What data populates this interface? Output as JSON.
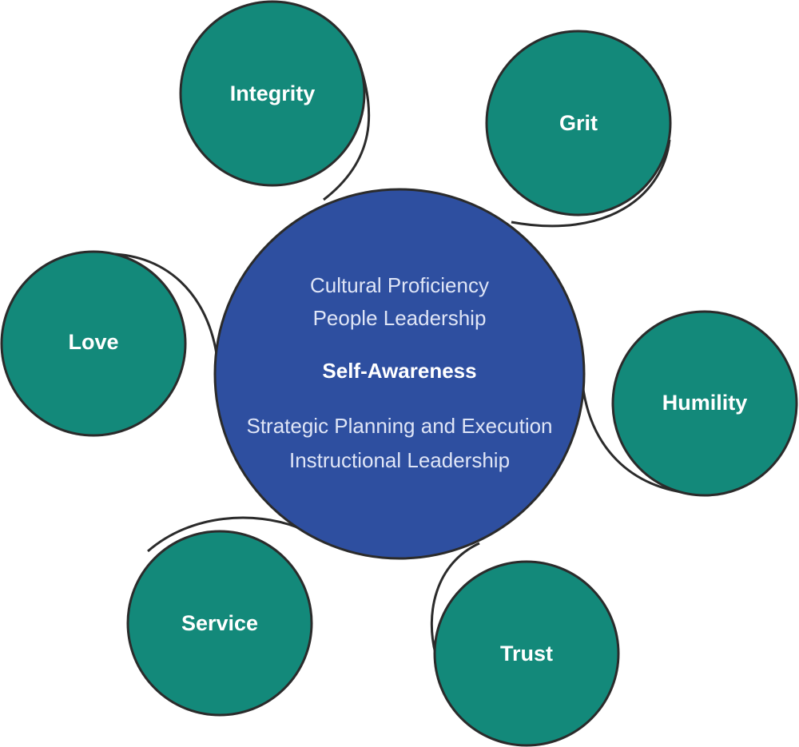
{
  "center": {
    "top_lines": [
      "Cultural Proficiency",
      "People Leadership"
    ],
    "title": "Self-Awareness",
    "bottom_lines": [
      "Strategic Planning and Execution",
      "Instructional Leadership"
    ]
  },
  "values": [
    {
      "key": "integrity",
      "label": "Integrity"
    },
    {
      "key": "grit",
      "label": "Grit"
    },
    {
      "key": "love",
      "label": "Love"
    },
    {
      "key": "humility",
      "label": "Humility"
    },
    {
      "key": "service",
      "label": "Service"
    },
    {
      "key": "trust",
      "label": "Trust"
    }
  ],
  "colors": {
    "center_fill": "#2e4fa0",
    "outer_fill": "#13897a",
    "outline": "#2b2b2b",
    "text_light": "#dfe5f6"
  }
}
